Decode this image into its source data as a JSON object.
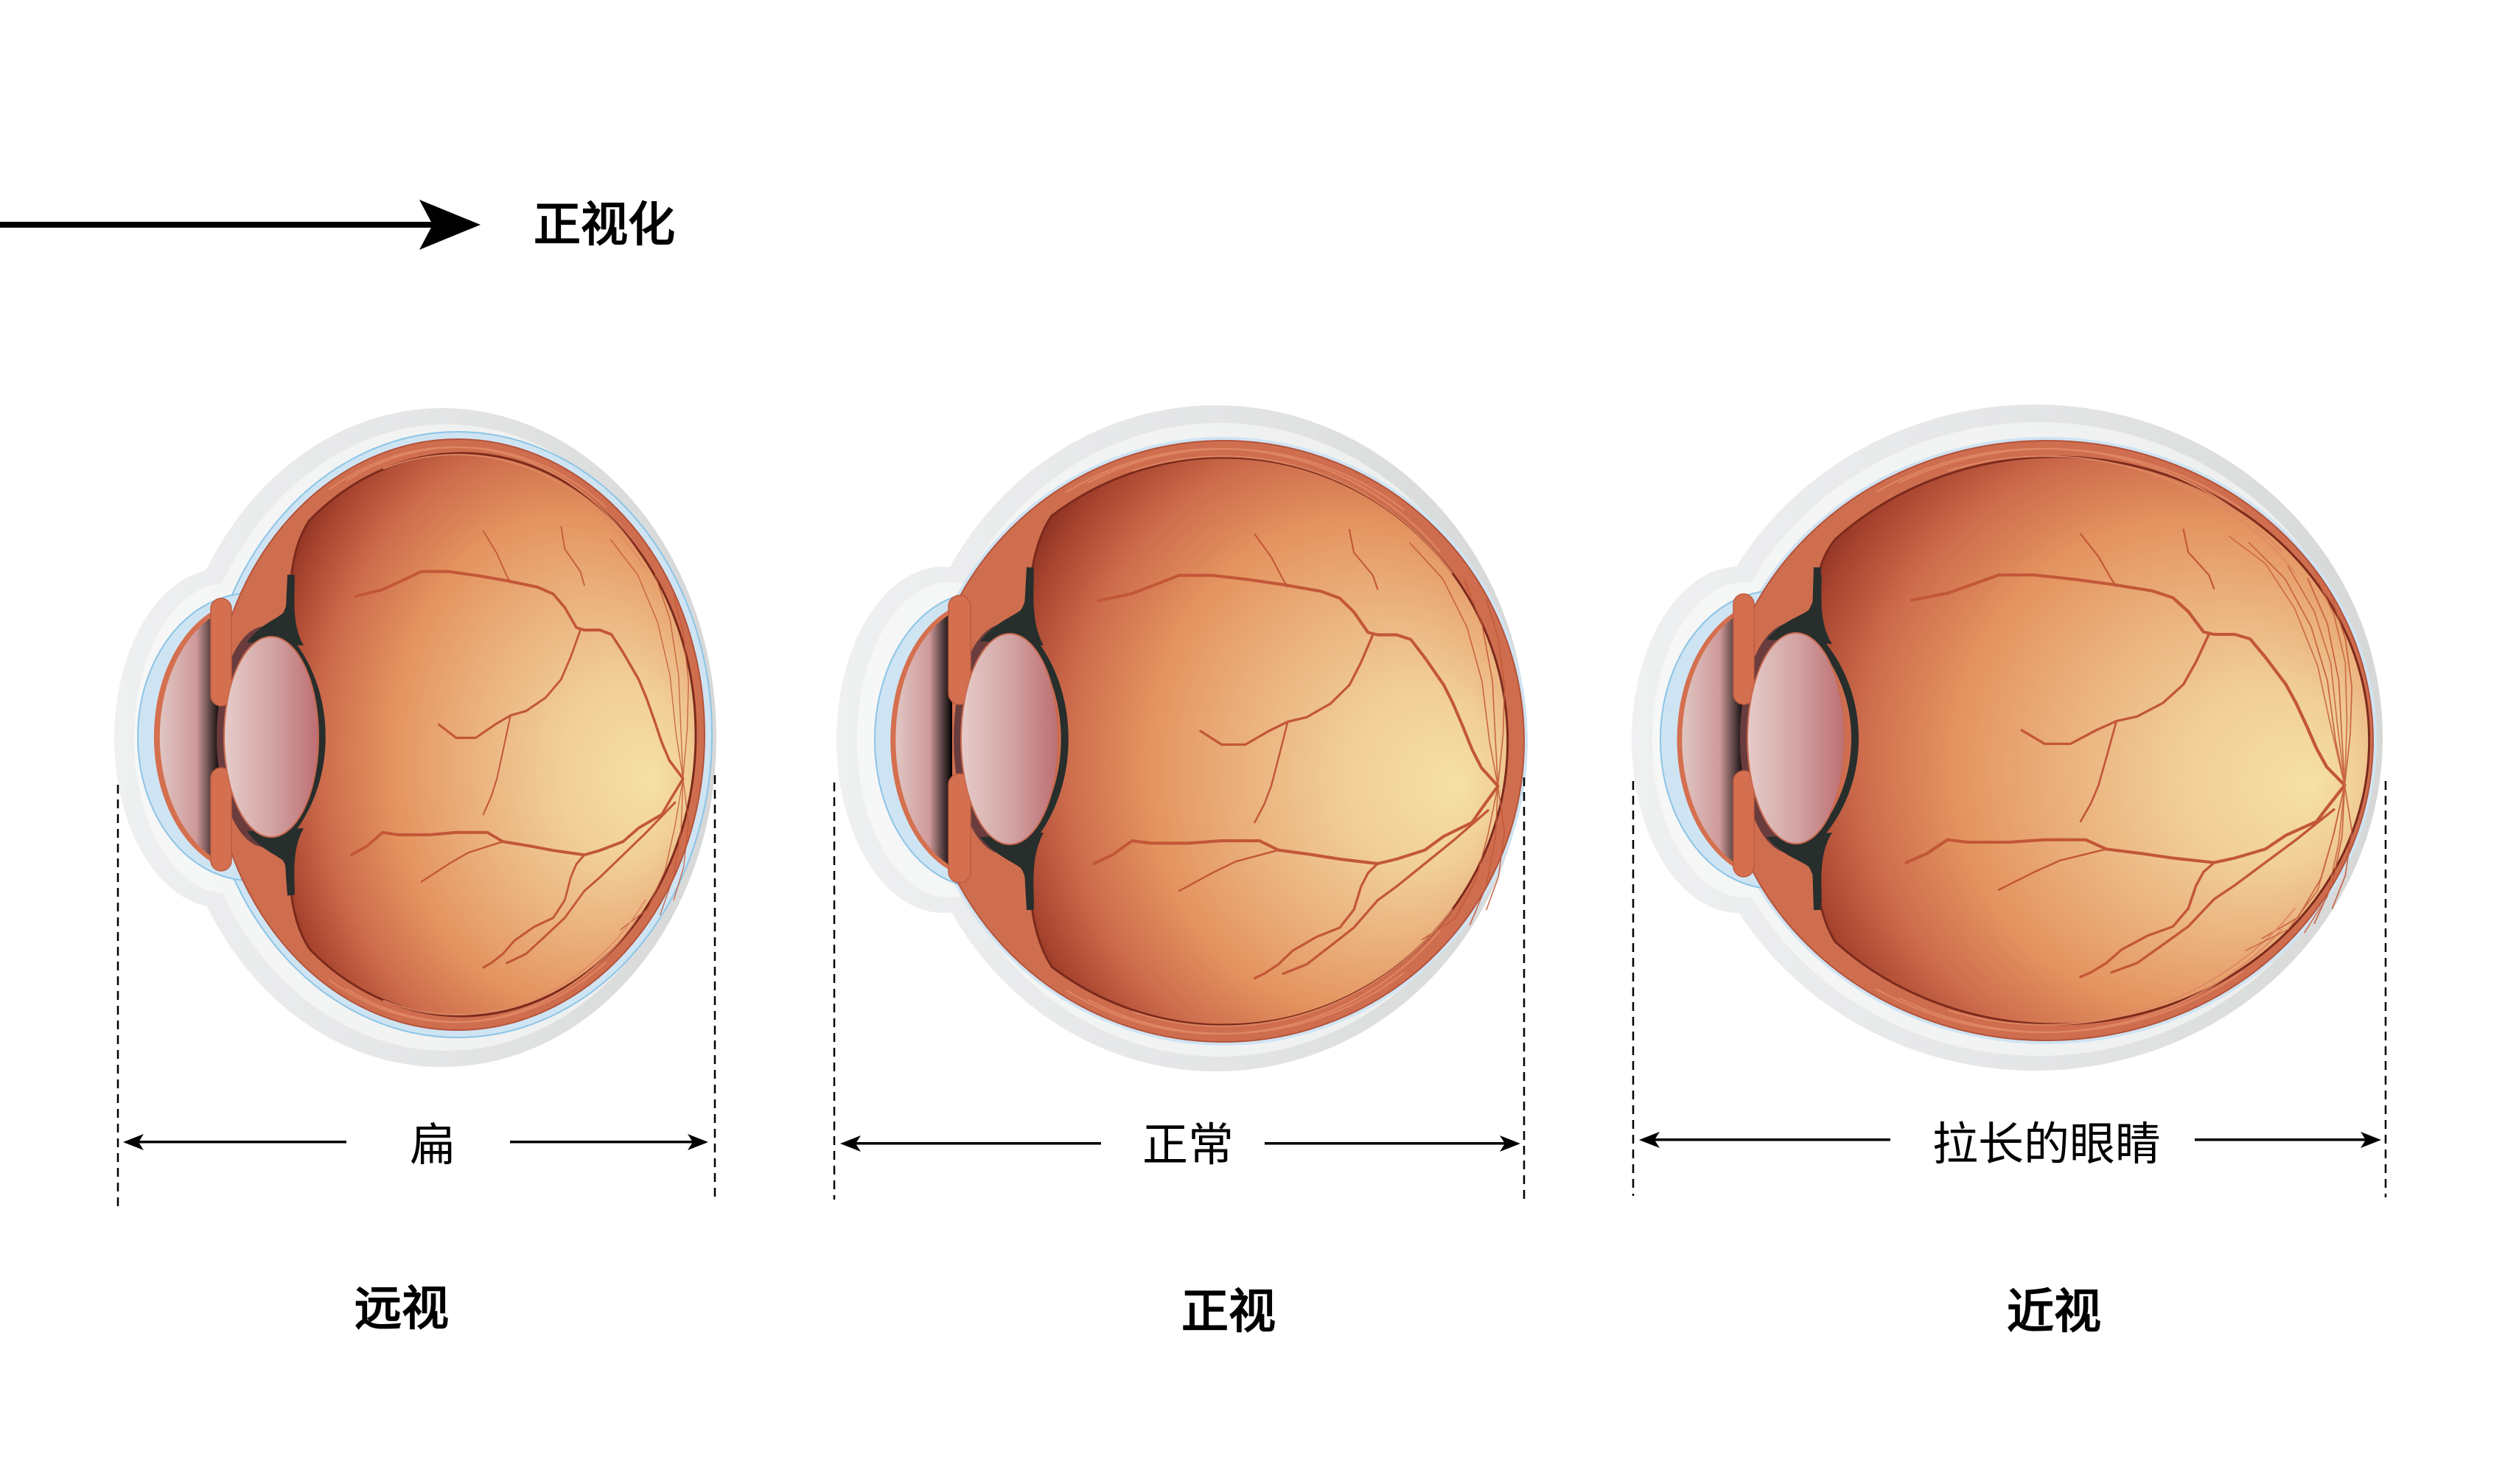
{
  "header": {
    "process_label": "正视化",
    "process_arrow_icon": "arrow-right-icon"
  },
  "eyes": [
    {
      "dimension_label": "扁",
      "condition_label": "远视",
      "dimension_icon": "double-arrow-icon"
    },
    {
      "dimension_label": "正常",
      "condition_label": "正视",
      "dimension_icon": "double-arrow-icon"
    },
    {
      "dimension_label": "拉长的眼睛",
      "condition_label": "近视",
      "dimension_icon": "double-arrow-icon"
    }
  ]
}
